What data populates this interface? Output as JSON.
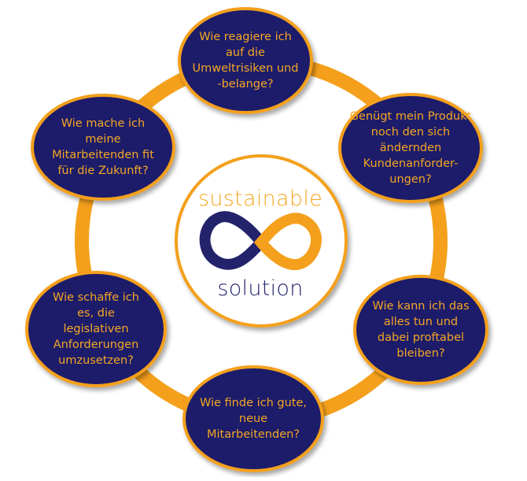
{
  "colors": {
    "ring": "#f4a01c",
    "node_fill": "#1c1c6b",
    "node_stroke": "#f4a01c",
    "node_text": "#f5a623",
    "center_stroke": "#f4a01c",
    "logo_navy": "#23236b",
    "logo_orange": "#f4a01c"
  },
  "center": {
    "top_text": "sustainable",
    "bottom_text": "solution",
    "logo_icon": "infinity-icon"
  },
  "nodes": [
    {
      "id": "top",
      "text": "Wie reagiere ich\nauf die\nUmweltrisiken und\n-belange?"
    },
    {
      "id": "right-upper",
      "text": "Genügt mein Produkt\nnoch den sich\nändernden\nKundenanforder-\nungen?"
    },
    {
      "id": "right-lower",
      "text": "Wie kann ich das\nalles tun und\ndabei proftabel\nbleiben?"
    },
    {
      "id": "bottom",
      "text": "Wie finde ich gute,\nneue\nMitarbeitenden?"
    },
    {
      "id": "left-lower",
      "text": "Wie schaffe ich\nes,  die\nlegislativen\nAnforderungen\numzusetzen?"
    },
    {
      "id": "left-upper",
      "text": "Wie mache ich\nmeine\nMitarbeitenden fit\nfür die Zukunft?"
    }
  ]
}
